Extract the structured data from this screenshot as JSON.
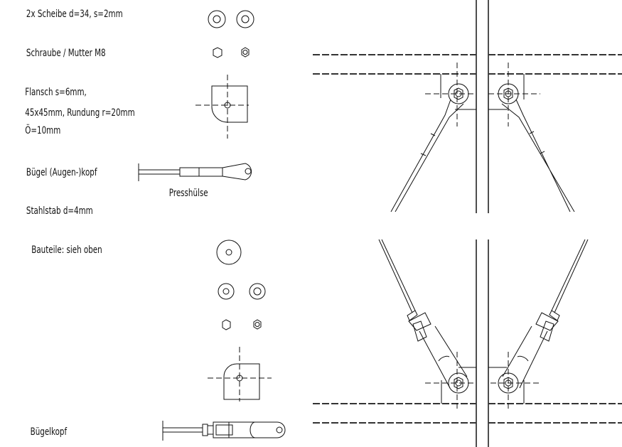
{
  "labels": {
    "washer": "2x Scheibe d=34, s=2mm",
    "bolt_nut": "Schraube / Mutter M8",
    "flange_1": "Flansch s=6mm,",
    "flange_2": "45x45mm, Rundung r=20mm",
    "flange_3": "Ö=10mm",
    "eye_head": "Bügel (Augen-)kopf",
    "press_sleeve": "Presshülse",
    "steel_rod": "Stahlstab d=4mm",
    "parts_see_above": "Bauteile: sieh oben",
    "clevis_head": "Bügelkopf"
  }
}
